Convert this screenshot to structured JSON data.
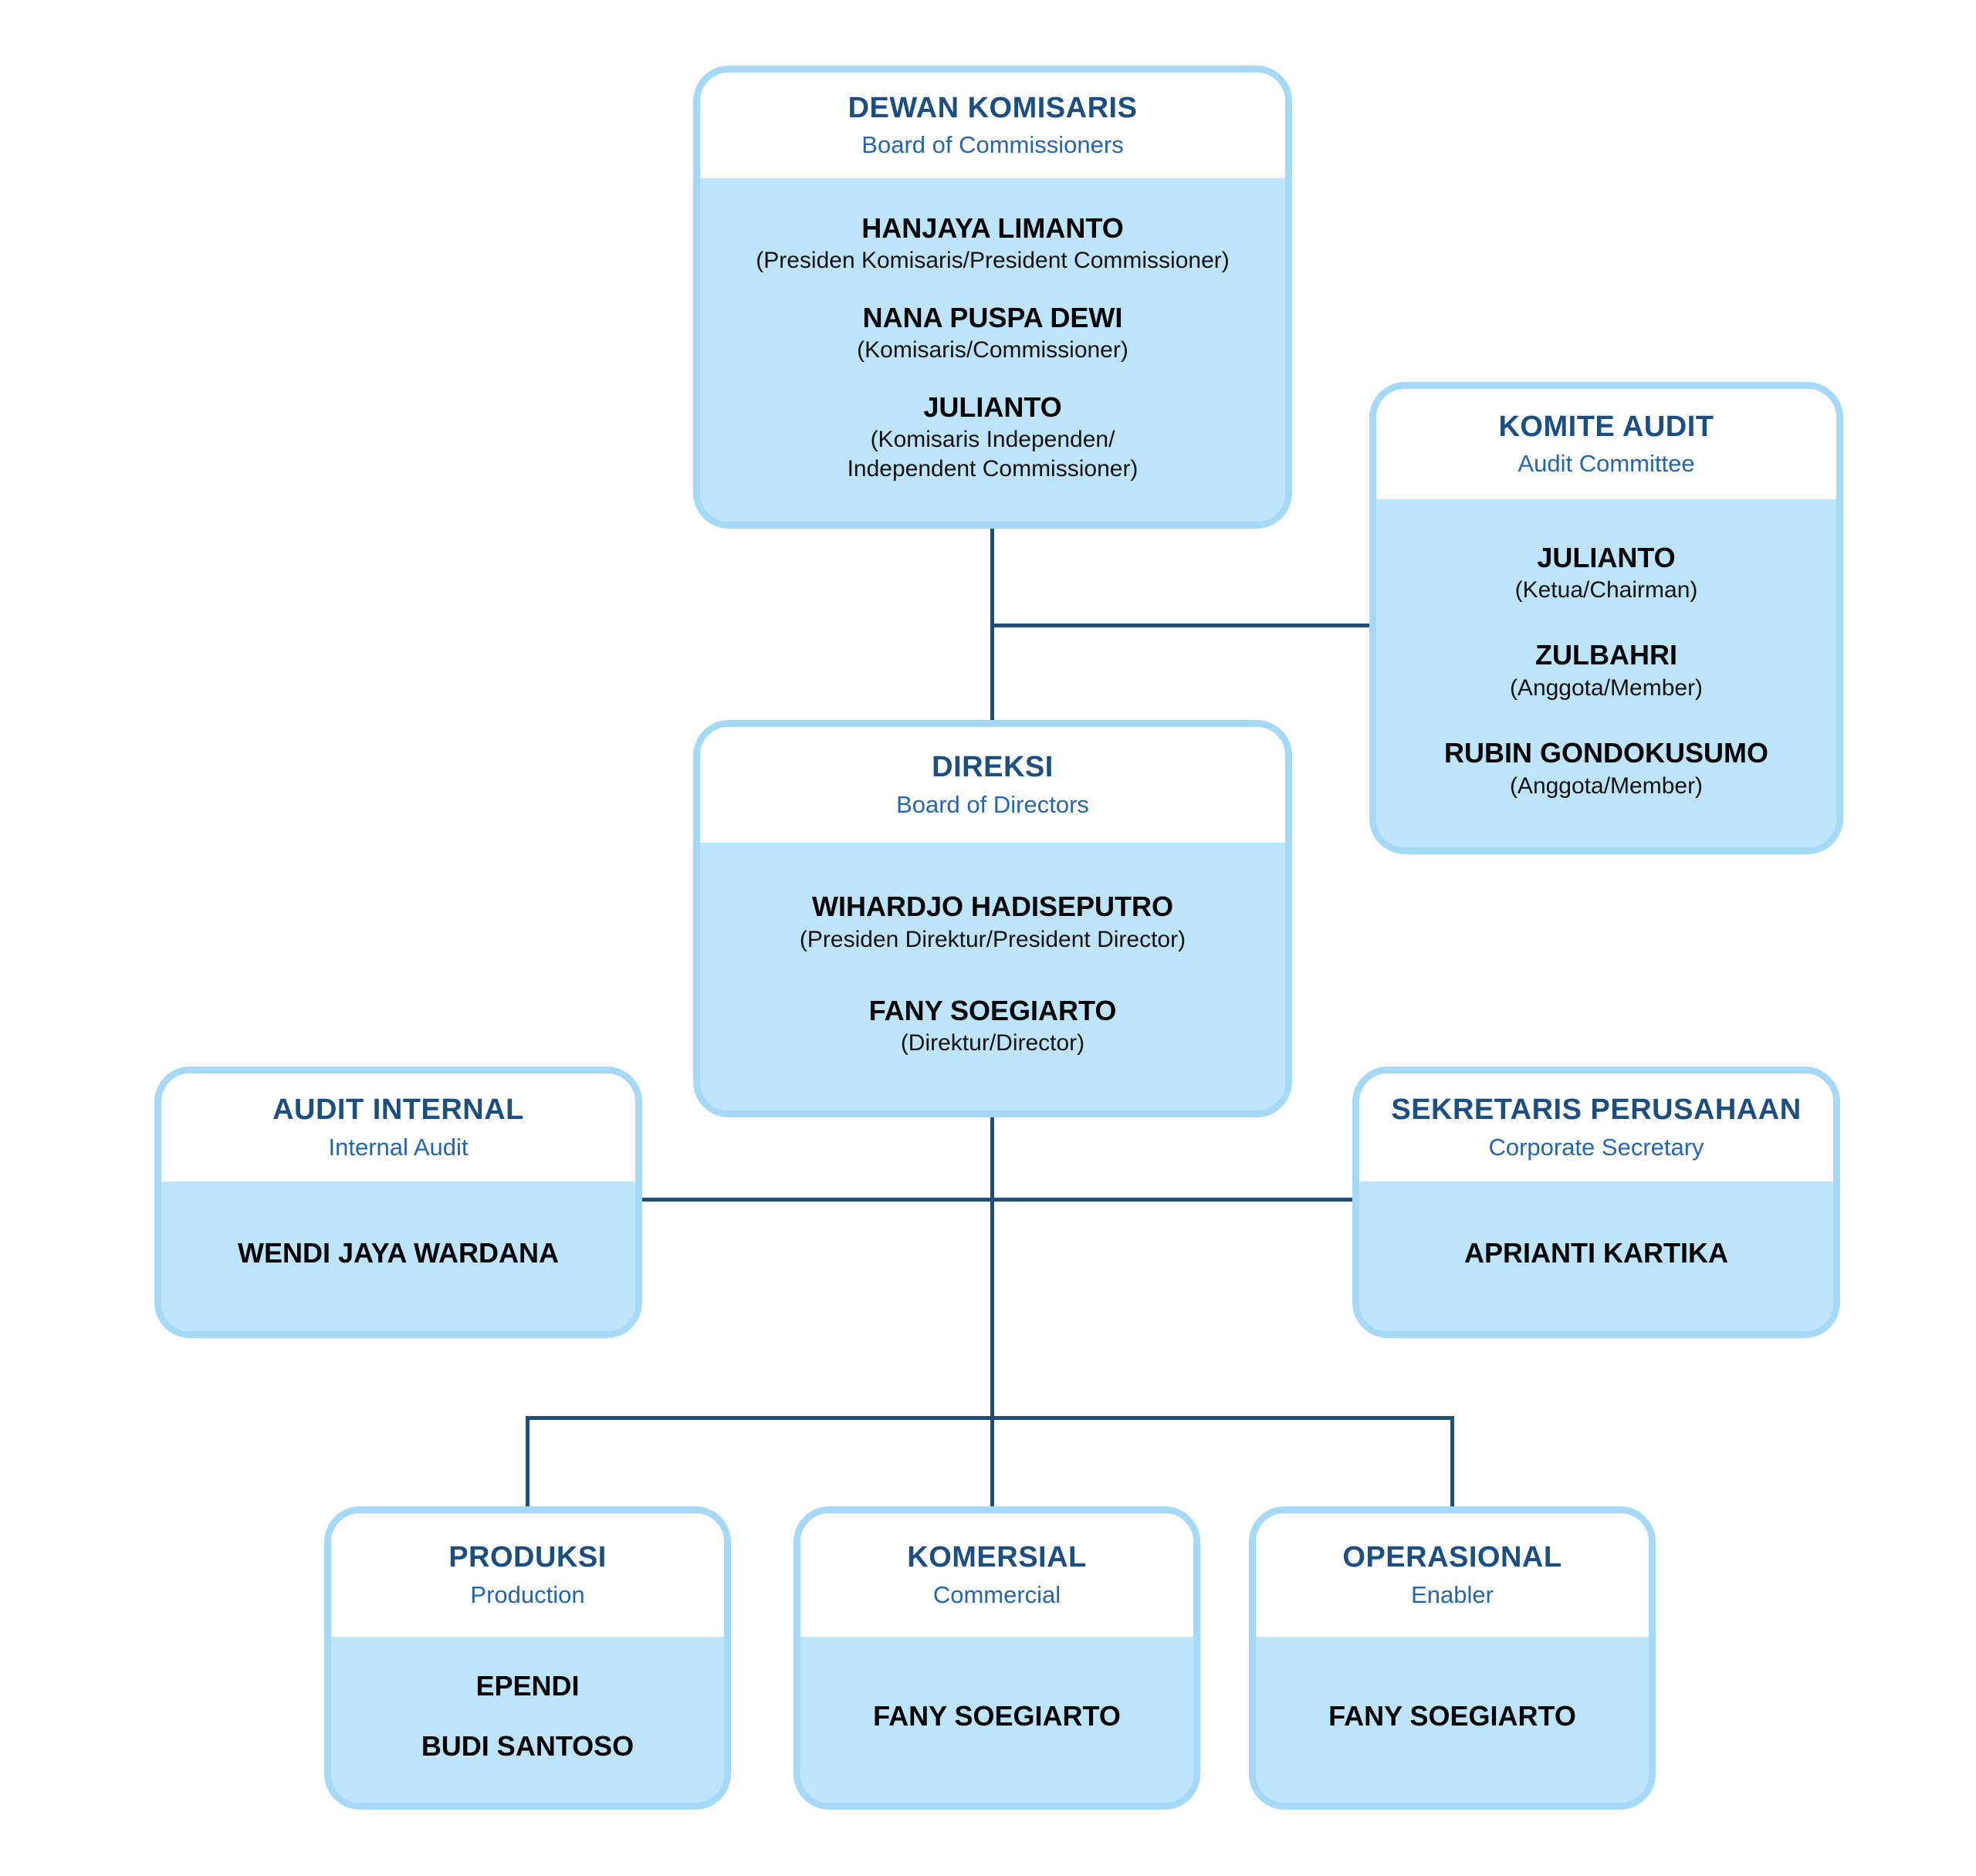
{
  "colors": {
    "box_border": "#A6D9F5",
    "box_body_fill": "#BDE4FB",
    "box_header_fill": "#FFFFFF",
    "title_text": "#1C4E80",
    "subtitle_text": "#2666A8",
    "name_text": "#000000",
    "role_text": "#111111",
    "connector_line": "#1F4E79",
    "background": "#FFFFFF"
  },
  "nodes": [
    {
      "id": "dewan-komisaris",
      "title": "DEWAN KOMISARIS",
      "subtitle": "Board of Commissioners",
      "members": [
        {
          "name": "HANJAYA LIMANTO",
          "role": "(Presiden Komisaris/President Commissioner)"
        },
        {
          "name": "NANA PUSPA DEWI",
          "role": "(Komisaris/Commissioner)"
        },
        {
          "name": "JULIANTO",
          "role": "(Komisaris Independen/",
          "role2": "Independent Commissioner)"
        }
      ]
    },
    {
      "id": "komite-audit",
      "title": "KOMITE AUDIT",
      "subtitle": "Audit Committee",
      "members": [
        {
          "name": "JULIANTO",
          "role": "(Ketua/Chairman)"
        },
        {
          "name": "ZULBAHRI",
          "role": "(Anggota/Member)"
        },
        {
          "name": "RUBIN GONDOKUSUMO",
          "role": "(Anggota/Member)"
        }
      ]
    },
    {
      "id": "direksi",
      "title": "DIREKSI",
      "subtitle": "Board of Directors",
      "members": [
        {
          "name": "WIHARDJO HADISEPUTRO",
          "role": "(Presiden Direktur/President Director)"
        },
        {
          "name": "FANY SOEGIARTO",
          "role": "(Direktur/Director)"
        }
      ]
    },
    {
      "id": "audit-internal",
      "title": "AUDIT INTERNAL",
      "subtitle": "Internal Audit",
      "members": [
        {
          "name": "WENDI JAYA WARDANA"
        }
      ]
    },
    {
      "id": "sekretaris-perusahaan",
      "title": "SEKRETARIS PERUSAHAAN",
      "subtitle": "Corporate Secretary",
      "members": [
        {
          "name": "APRIANTI KARTIKA"
        }
      ]
    },
    {
      "id": "produksi",
      "title": "PRODUKSI",
      "subtitle": "Production",
      "members": [
        {
          "name": "EPENDI"
        },
        {
          "name": "BUDI SANTOSO"
        }
      ]
    },
    {
      "id": "komersial",
      "title": "KOMERSIAL",
      "subtitle": "Commercial",
      "members": [
        {
          "name": "FANY SOEGIARTO"
        }
      ]
    },
    {
      "id": "operasional",
      "title": "OPERASIONAL",
      "subtitle": "Enabler",
      "members": [
        {
          "name": "FANY SOEGIARTO"
        }
      ]
    }
  ],
  "edges": [
    {
      "from": "dewan-komisaris",
      "to": "direksi"
    },
    {
      "from": "dewan-komisaris",
      "to": "komite-audit"
    },
    {
      "from": "direksi",
      "to": "audit-internal"
    },
    {
      "from": "direksi",
      "to": "sekretaris-perusahaan"
    },
    {
      "from": "direksi",
      "to": "produksi"
    },
    {
      "from": "direksi",
      "to": "komersial"
    },
    {
      "from": "direksi",
      "to": "operasional"
    }
  ]
}
